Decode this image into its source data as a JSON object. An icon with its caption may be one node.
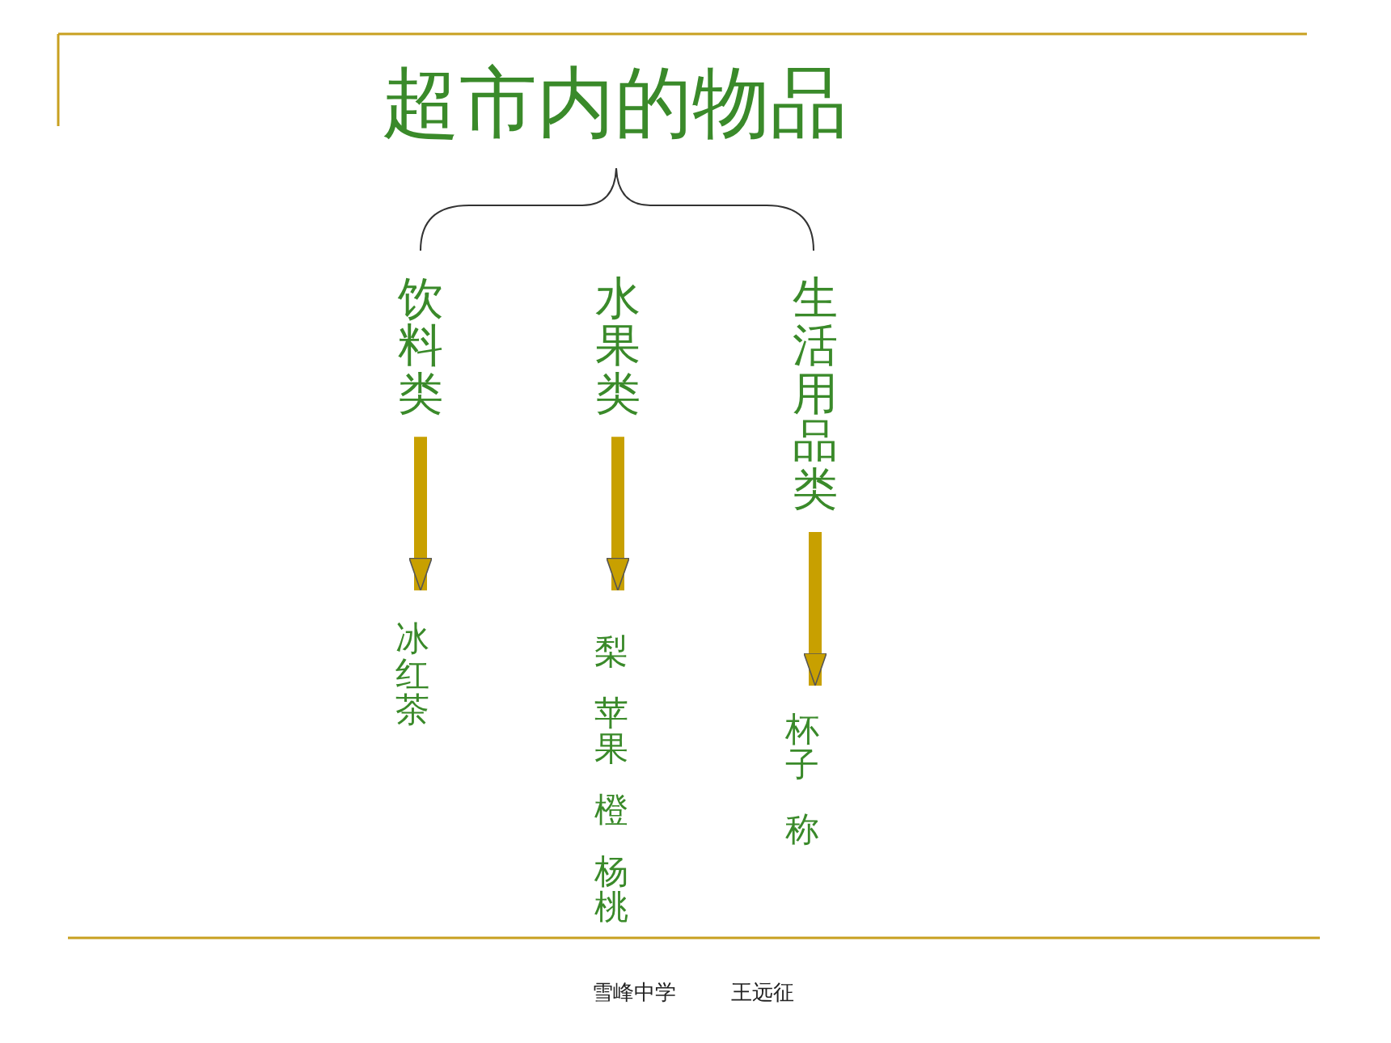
{
  "diagram": {
    "title": "超市内的物品",
    "nodes": [
      {
        "text": [
          "饮料类"
        ]
      },
      {
        "text": [
          "水果类"
        ]
      },
      {
        "text": [
          "生活用品类"
        ]
      },
      {
        "text": [
          "冰红茶"
        ]
      },
      {
        "text": [
          "梨",
          "苹果",
          "橙",
          "杨桃"
        ]
      },
      {
        "text": [
          "杯子",
          "称"
        ]
      }
    ],
    "edges": [
      {
        "from": 0,
        "to": 3,
        "arrow": "to"
      },
      {
        "from": 1,
        "to": 4,
        "arrow": "to"
      },
      {
        "from": 2,
        "to": 5,
        "arrow": "to"
      }
    ],
    "labels": [
      "雪峰中学",
      "王远征"
    ]
  }
}
